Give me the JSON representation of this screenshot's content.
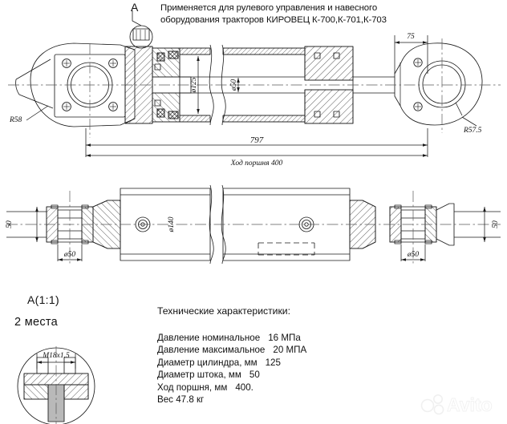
{
  "drawing": {
    "title_note": "Применяется для рулевого управления и навесного\nоборудования тракторов КИРОВЕЦ К-700,К-701,К-703",
    "detail_mark": "A",
    "detail_view_label": "A(1:1)",
    "detail_view_count": "2 места",
    "line_color": "#1a1a1a",
    "center_line_color": "#555555",
    "paper_color": "#ffffff"
  },
  "dimensions": {
    "overall_length": "797",
    "stroke_note": "Ход поршня 400",
    "rod_end_length": "75",
    "left_radius": "R58",
    "right_radius": "R57.5",
    "bore_diameter": "ø125",
    "rod_diameter": "ø50",
    "body_diameter": "ø140",
    "eye_width_left": "50",
    "eye_width_right": "50",
    "pin_bore_left": "ø50",
    "pin_bore_right": "ø50",
    "thread": "M18x1.5"
  },
  "specs": {
    "heading": "Технические характеристики:",
    "rows": [
      {
        "label": "Давление номинальное",
        "value": "16 МПа"
      },
      {
        "label": "Давление максимальное",
        "value": "20 МПА"
      },
      {
        "label": "Диаметр цилиндра, мм",
        "value": "125"
      },
      {
        "label": "Диаметр штока, мм",
        "value": "50"
      },
      {
        "label": "Ход поршня, мм",
        "value": "400."
      },
      {
        "label": "Вес 47.8 кг",
        "value": ""
      }
    ]
  },
  "watermark": {
    "text": "Avito"
  }
}
